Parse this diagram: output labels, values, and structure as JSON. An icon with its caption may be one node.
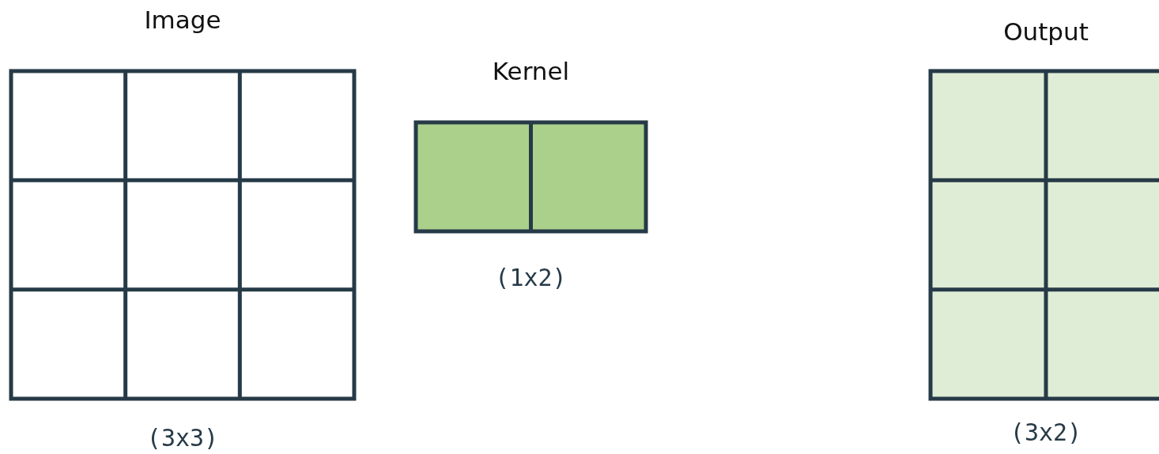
{
  "diagram": {
    "nodes": [
      {
        "text": [
          "Image"
        ],
        "beside": [
          "(3x3)"
        ]
      },
      {
        "text": [
          "Kernel"
        ],
        "beside": [
          "(1x2)"
        ]
      },
      {
        "text": [
          "Output"
        ],
        "beside": [
          "(3x2)"
        ]
      }
    ]
  }
}
